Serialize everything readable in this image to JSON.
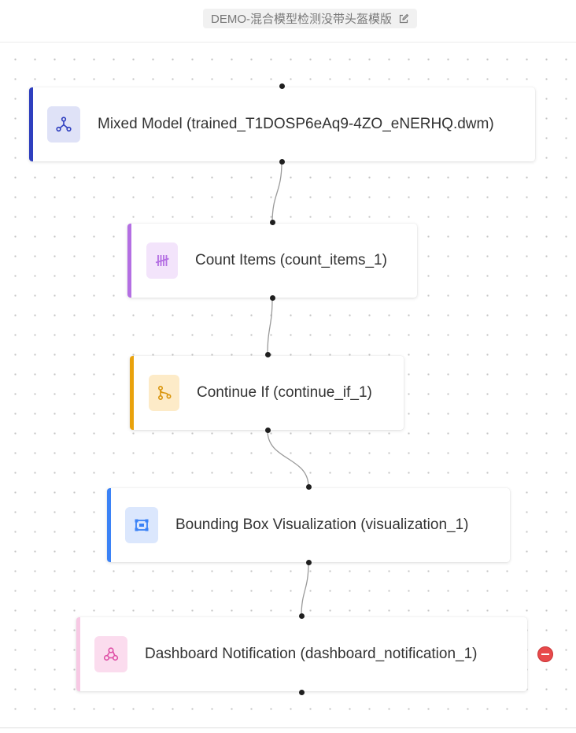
{
  "header": {
    "title": "DEMO-混合模型检测没带头盔模版",
    "edit_icon": "edit-icon"
  },
  "colors": {
    "mixed_model": "#2f3fbf",
    "count_items": "#b46fe3",
    "continue_if": "#e9a20c",
    "visualization": "#3b82f6",
    "notification": "#f7c9e4"
  },
  "nodes": [
    {
      "label": "Mixed Model (trained_T1DOSP6eAq9-4ZO_eNERHQ.dwm)",
      "icon": "model-hub-icon"
    },
    {
      "label": "Count Items (count_items_1)",
      "icon": "tally-icon"
    },
    {
      "label": "Continue If (continue_if_1)",
      "icon": "branch-icon"
    },
    {
      "label": "Bounding Box Visualization (visualization_1)",
      "icon": "bounding-box-icon"
    },
    {
      "label": "Dashboard Notification (dashboard_notification_1)",
      "icon": "webhook-icon"
    }
  ],
  "actions": {
    "remove_node_icon": "remove-icon"
  }
}
